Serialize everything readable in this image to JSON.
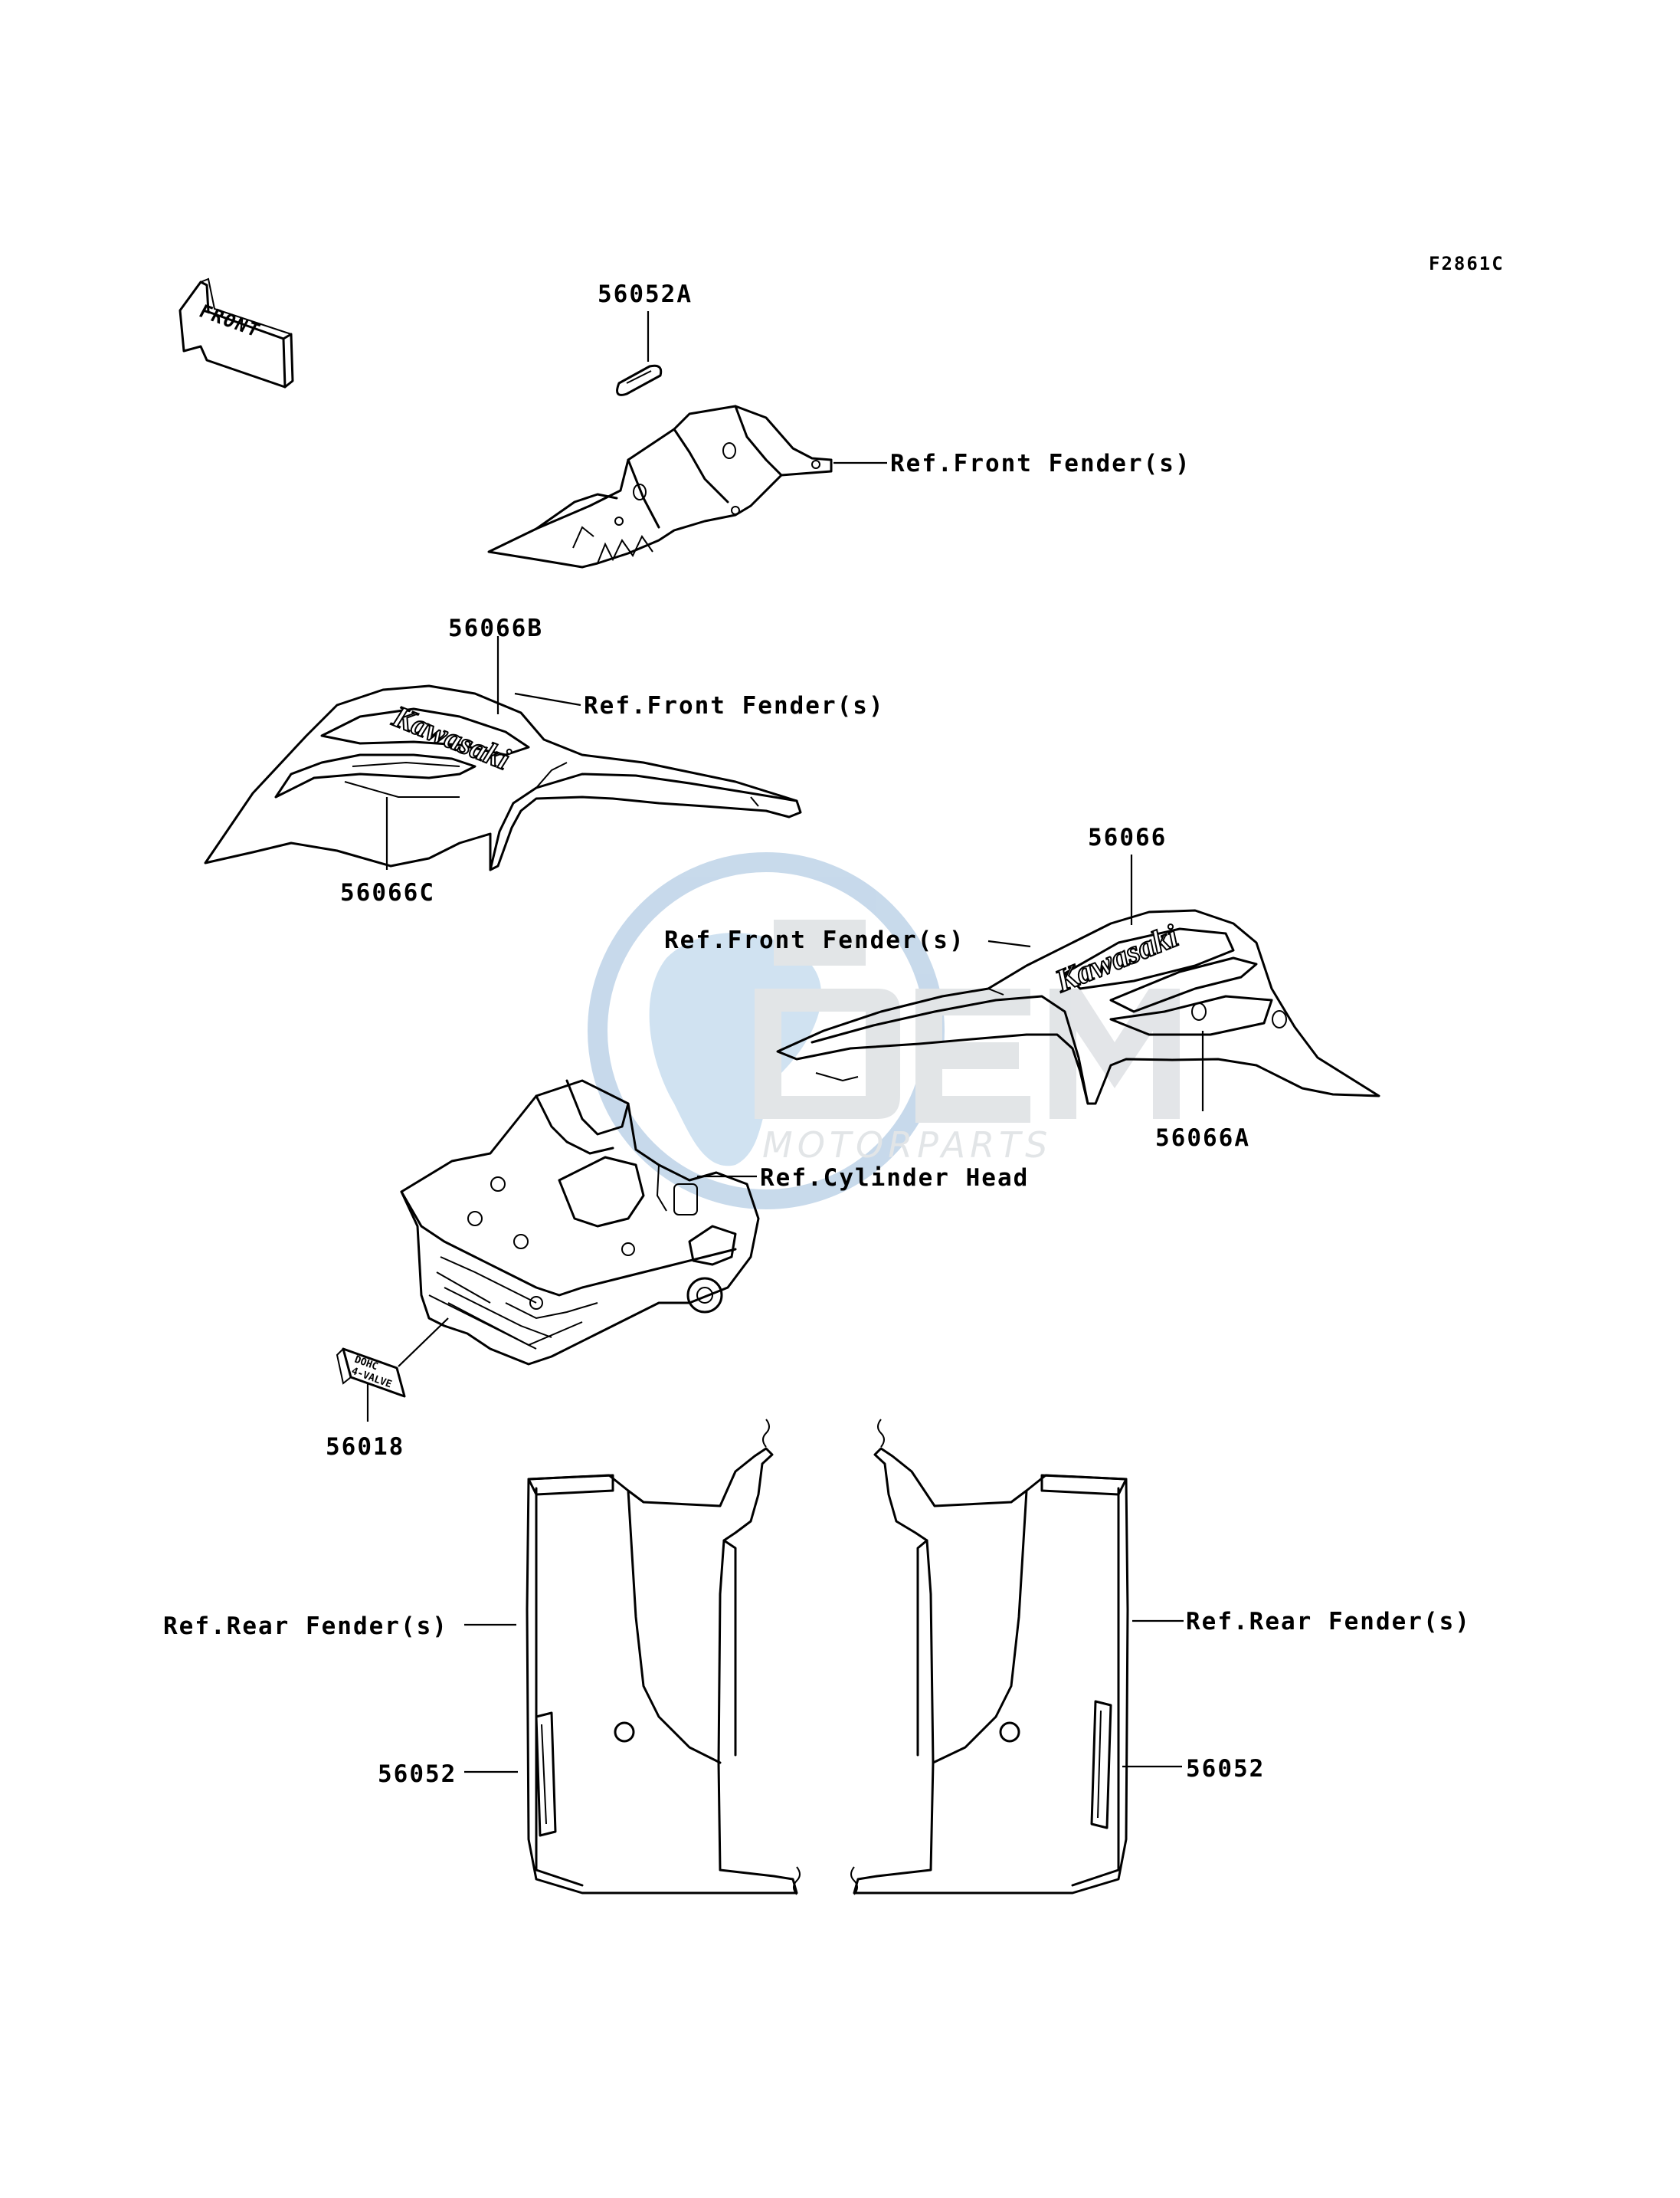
{
  "figure_code": "F2861C",
  "front_arrow_text": "FRONT",
  "watermark": {
    "main": "OEM",
    "sub": "MOTORPARTS",
    "color": "#3a7ab8"
  },
  "decal_texts": {
    "kawasaki_left": "Kawasaki",
    "kawasaki_right": "Kawasaki",
    "cyl_label_line1": "DOHC",
    "cyl_label_line2": "4-VALVE"
  },
  "callouts": {
    "p56052A": "56052A",
    "ref_front_fender_1": "Ref.Front Fender(s)",
    "p56066B": "56066B",
    "ref_front_fender_2": "Ref.Front Fender(s)",
    "p56066C": "56066C",
    "p56066": "56066",
    "ref_front_fender_3": "Ref.Front Fender(s)",
    "p56066A": "56066A",
    "ref_cylinder_head": "Ref.Cylinder Head",
    "p56018": "56018",
    "ref_rear_fender_left": "Ref.Rear Fender(s)",
    "ref_rear_fender_right": "Ref.Rear Fender(s)",
    "p56052_left": "56052",
    "p56052_right": "56052"
  }
}
